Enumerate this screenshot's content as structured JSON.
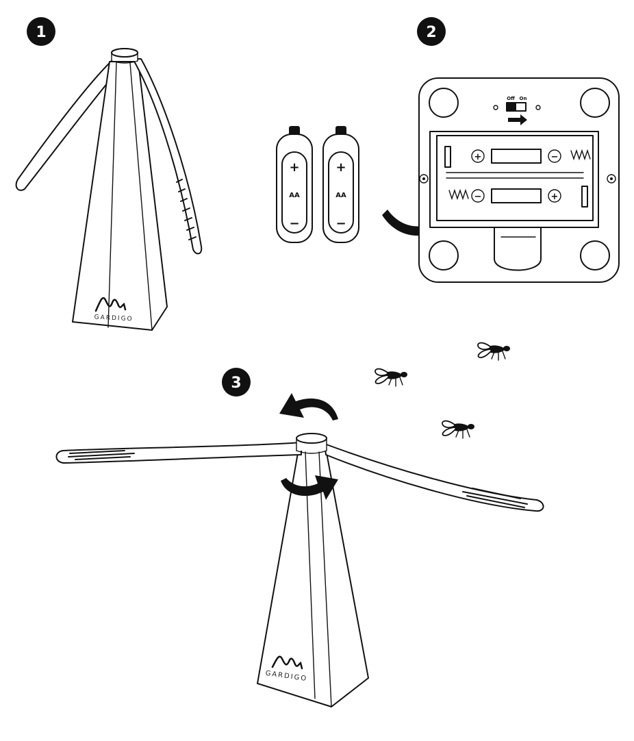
{
  "steps": [
    {
      "number": "1"
    },
    {
      "number": "2"
    },
    {
      "number": "3"
    }
  ],
  "brand": {
    "name": "GARDIGO"
  },
  "batteries": [
    {
      "plus": "+",
      "type": "AA",
      "minus": "−"
    },
    {
      "plus": "+",
      "type": "AA",
      "minus": "−"
    }
  ],
  "battery_case": {
    "switch_off": "Off",
    "switch_on": "On",
    "slot_top": {
      "left": "+",
      "right": "−"
    },
    "slot_bottom": {
      "left": "−",
      "right": "+"
    }
  },
  "icons": {
    "insert_arrow": "curved-arrow-icon",
    "rotate_left": "rotate-left-arrow-icon",
    "rotate_right": "rotate-right-arrow-icon",
    "fly": "fly-icon"
  }
}
